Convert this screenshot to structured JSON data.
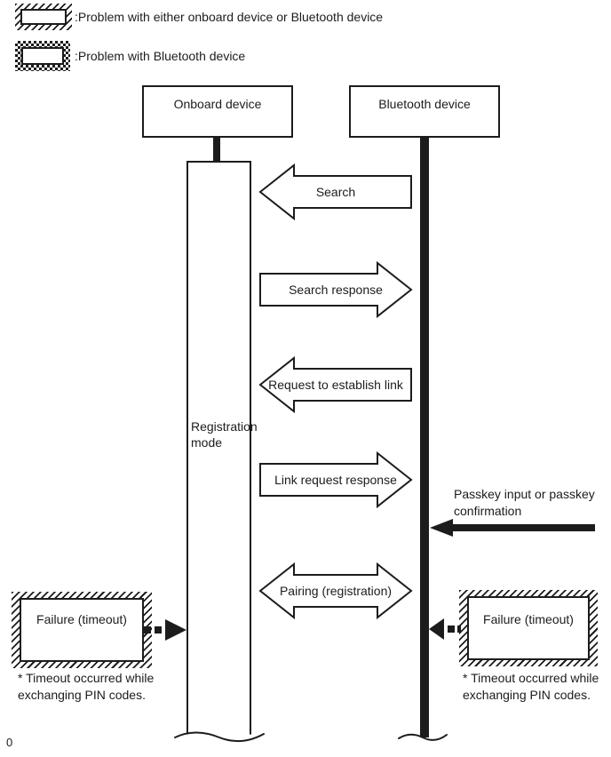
{
  "colors": {
    "ink": "#1c1c1c",
    "paper": "#ffffff"
  },
  "legend": {
    "items": [
      {
        "swatch": "diagonal-hatch-box",
        "label": ":Problem with either onboard device or Bluetooth device"
      },
      {
        "swatch": "dotted-box",
        "label": ":Problem with Bluetooth device"
      }
    ]
  },
  "devices": {
    "onboard": {
      "label": "Onboard device"
    },
    "bluetooth": {
      "label": "Bluetooth device"
    }
  },
  "lifelines": {
    "registration_mode_label": "Registration mode"
  },
  "messages": [
    {
      "label": "Search",
      "direction": "to-onboard"
    },
    {
      "label": "Search response",
      "direction": "to-bluetooth"
    },
    {
      "label": "Request to establish link",
      "direction": "to-onboard"
    },
    {
      "label": "Link request response",
      "direction": "to-bluetooth"
    },
    {
      "label": "Pairing (registration)",
      "direction": "bidirectional"
    }
  ],
  "passkey": {
    "label": "Passkey input or passkey confirmation",
    "direction": "into-bluetooth-line"
  },
  "failures": {
    "left": {
      "box_label": "Failure (timeout)",
      "pattern": "diagonal-hatch",
      "note_line1": "* Timeout occurred while",
      "note_line2": "exchanging PIN codes."
    },
    "right": {
      "box_label": "Failure (timeout)",
      "pattern": "diagonal-hatch",
      "note_line1": "* Timeout occurred while",
      "note_line2": "exchanging PIN codes."
    }
  },
  "footer": {
    "page_number": "0"
  }
}
